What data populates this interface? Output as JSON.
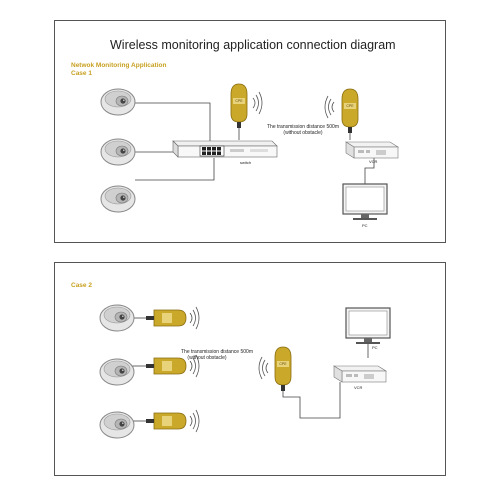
{
  "title": "Wireless monitoring application connection diagram",
  "case1": {
    "app_label": "Netwok Monitoring Application",
    "case_label": "Case 1",
    "distance_line1": "The transmission distance 500m",
    "distance_line2": "(without obstacle)",
    "switch_label": "switch",
    "vcr_label": "VCR",
    "pc_label": "PC"
  },
  "case2": {
    "case_label": "Case 2",
    "distance_line1": "The transmission distance 500m",
    "distance_line2": "(without obstacle)",
    "pc_label": "PC",
    "vcr_label": "VCR"
  },
  "colors": {
    "gold_device": "#c9a82a",
    "gold_text": "#c8a020",
    "line": "#444444",
    "camera": "#d8d8d8"
  }
}
